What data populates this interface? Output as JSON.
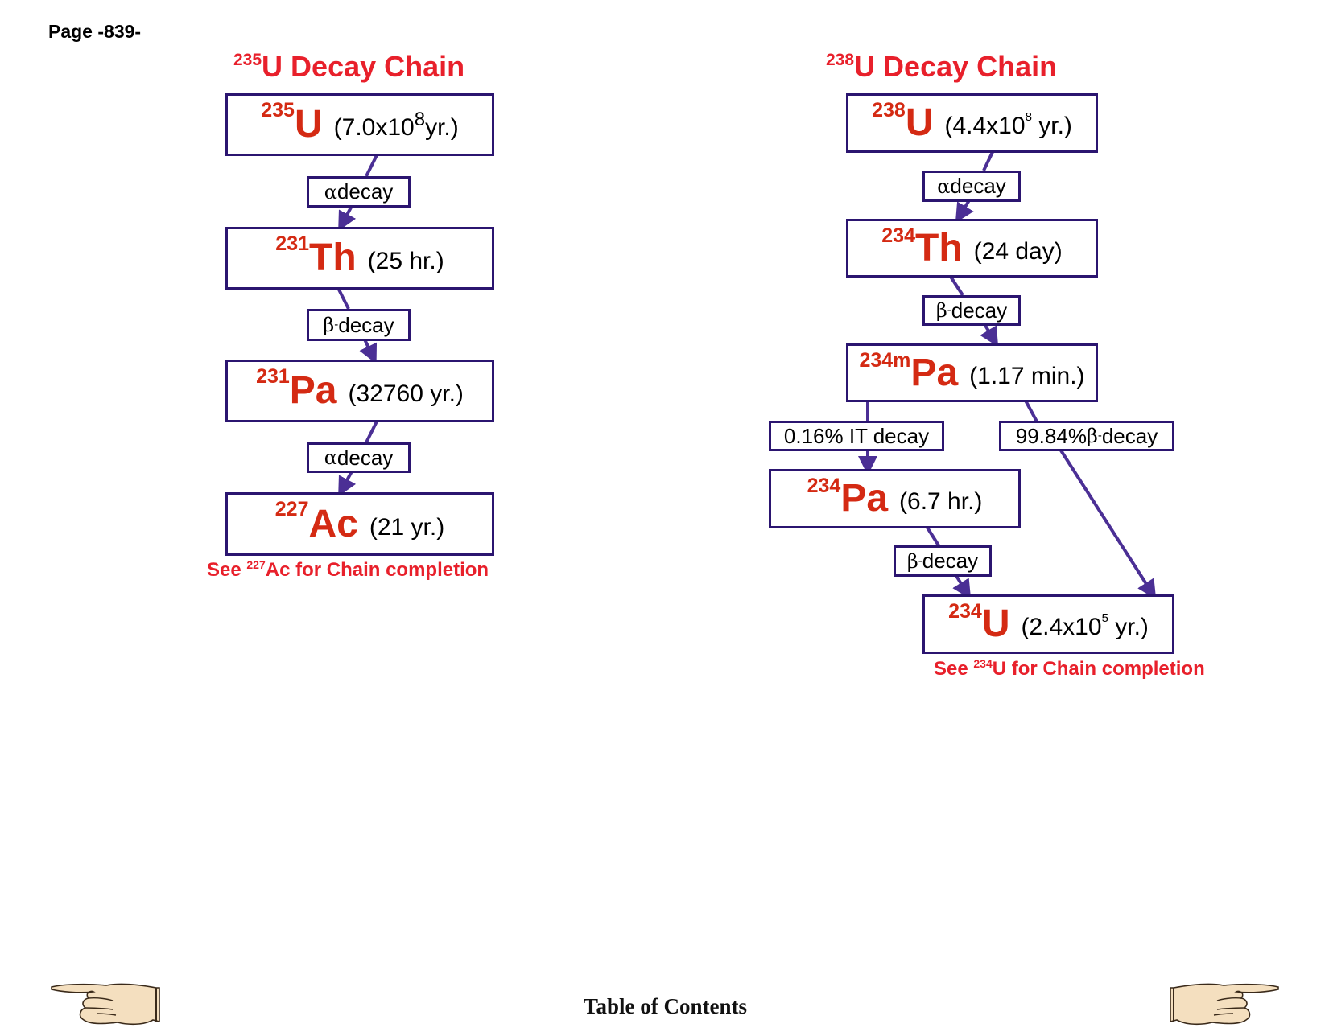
{
  "page": {
    "number_label": "Page -839-"
  },
  "footer": {
    "toc_label": "Table of Contents",
    "prev_icon": "pointing-hand-left-icon",
    "next_icon": "pointing-hand-right-icon"
  },
  "colors": {
    "title_red": "#e8202b",
    "nuclide_red": "#d42a13",
    "border_navy": "#2b1570",
    "arrow_purple": "#4b2f95"
  },
  "chains": [
    {
      "title_mass": "235",
      "title_text": "U Decay Chain",
      "nodes": [
        {
          "mass": "235",
          "symbol": "U",
          "halflife_pre": "(7.0x10",
          "halflife_exp": "8",
          "halflife_post": "yr.)"
        },
        {
          "mass": "231",
          "symbol": "Th",
          "halflife": "(25 hr.)"
        },
        {
          "mass": "231",
          "symbol": "Pa",
          "halflife": "(32760 yr.)"
        },
        {
          "mass": "227",
          "symbol": "Ac",
          "halflife": "(21 yr.)"
        }
      ],
      "decays": [
        {
          "symbol": "α",
          "text": " decay"
        },
        {
          "symbol": "β",
          "sup": "-",
          "text": " decay"
        },
        {
          "symbol": "α",
          "text": " decay"
        }
      ],
      "completion": {
        "pre": "See ",
        "mass": "227",
        "post": "Ac for Chain completion"
      }
    },
    {
      "title_mass": "238",
      "title_text": "U Decay Chain",
      "nodes": [
        {
          "mass": "238",
          "symbol": "U",
          "halflife_pre": "(4.4x10",
          "halflife_exp": "8",
          "halflife_post": " yr.)"
        },
        {
          "mass": "234",
          "symbol": "Th",
          "halflife": "(24 day)"
        },
        {
          "mass": "234m",
          "symbol": "Pa",
          "halflife": "(1.17 min.)"
        },
        {
          "mass": "234",
          "symbol": "Pa",
          "halflife": "(6.7 hr.)"
        },
        {
          "mass": "234",
          "symbol": "U",
          "halflife_pre": "(2.4x10",
          "halflife_exp": "5",
          "halflife_post": " yr.)"
        }
      ],
      "decays": [
        {
          "symbol": "α",
          "text": " decay"
        },
        {
          "symbol": "β",
          "sup": "-",
          "text": " decay"
        },
        {
          "text": "0.16% IT decay"
        },
        {
          "pre": "99.84% ",
          "symbol": "β",
          "sup": "-",
          "text": " decay"
        },
        {
          "symbol": "β",
          "sup": "-",
          "text": " decay"
        }
      ],
      "completion": {
        "pre": "See ",
        "mass": "234",
        "post": "U for Chain completion"
      }
    }
  ]
}
